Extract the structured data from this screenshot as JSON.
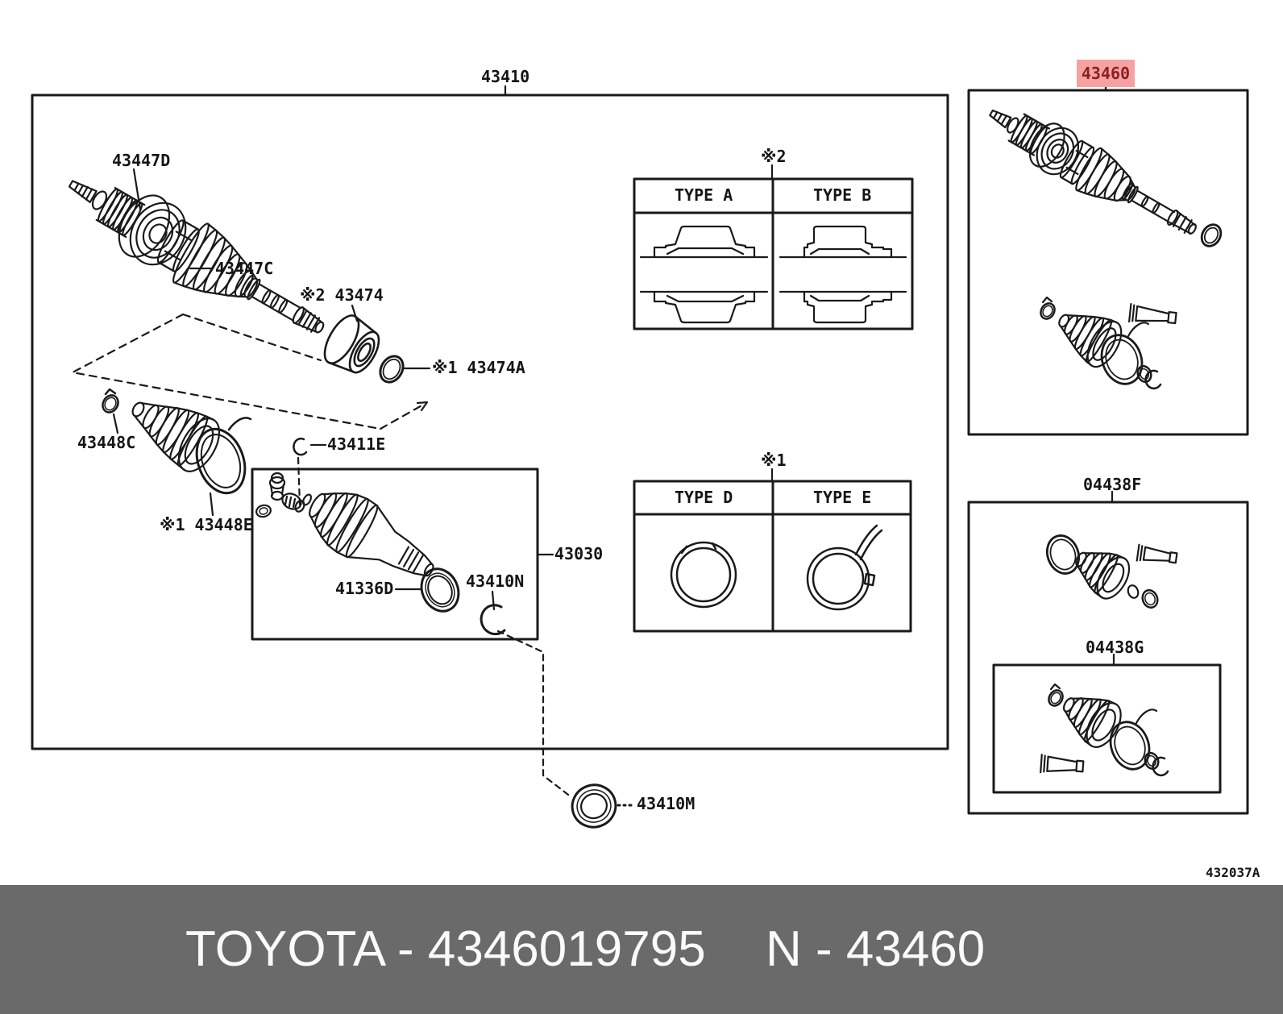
{
  "colors": {
    "line": "#1a1a1a",
    "banner-bg": "#6a6a6a",
    "banner-fg": "#fafafa",
    "highlight-bg": "#f6a2a2",
    "highlight-fg": "#8c2022"
  },
  "parts": {
    "43410": "43410",
    "43447D": "43447D",
    "43447C": "43447C",
    "43474": "※2 43474",
    "43474A": "※1 43474A",
    "43448C": "43448C",
    "43411E": "43411E",
    "43448E": "※1 43448E",
    "43030": "43030",
    "41336D": "41336D",
    "43410N": "43410N",
    "43410M": "43410M",
    "43460": "43460",
    "04438F": "04438F",
    "04438G": "04438G"
  },
  "tables": {
    "bearing_type": {
      "ref_mark": "※2",
      "columns": [
        "TYPE A",
        "TYPE B"
      ]
    },
    "clamp_type": {
      "ref_mark": "※1",
      "columns": [
        "TYPE D",
        "TYPE E"
      ]
    }
  },
  "footer": {
    "drawing_code": "432037A"
  },
  "banner": {
    "left_text": "TOYOTA - 4346019795",
    "right_text": "N - 43460"
  }
}
